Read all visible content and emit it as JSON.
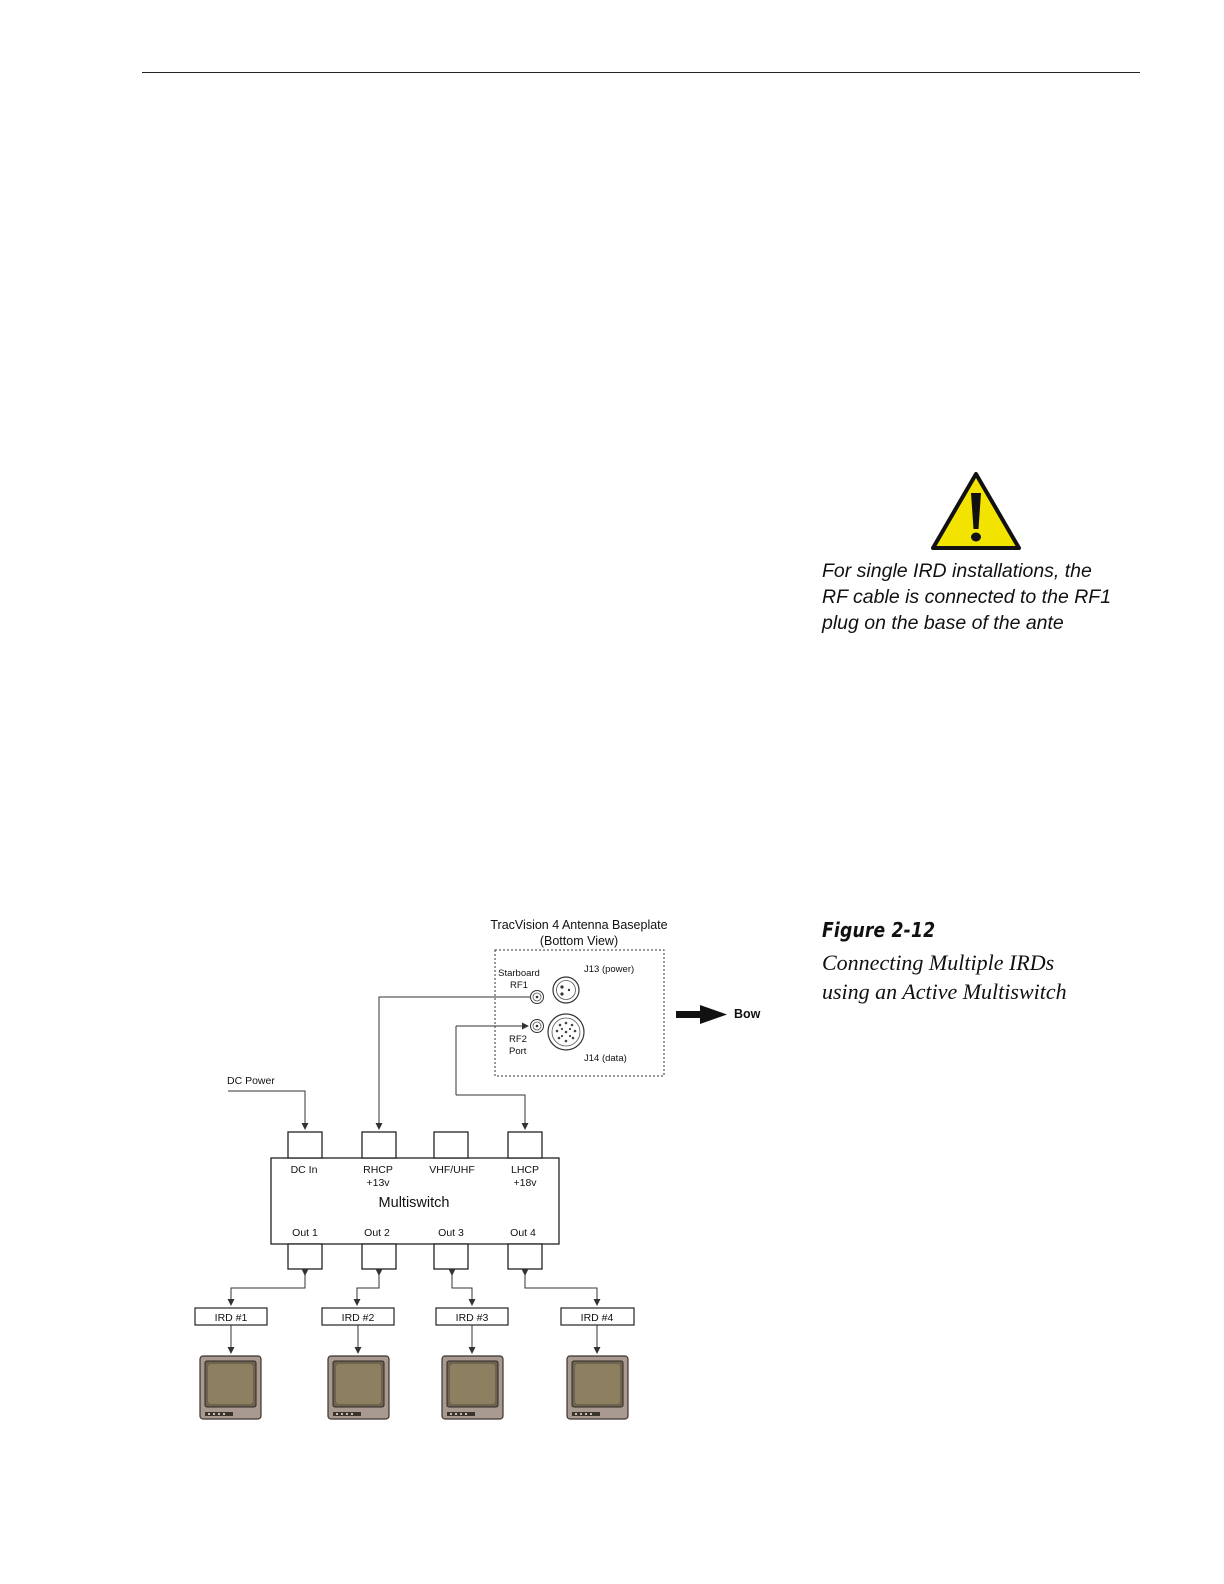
{
  "note": {
    "lines": [
      "For single IRD installations, the",
      "RF cable is connected to the RF1",
      "plug on the base of the ante"
    ]
  },
  "figure": {
    "label": "Figure 2-12",
    "caption_lines": [
      "Connecting Multiple IRDs",
      "using an Active Multiswitch"
    ]
  },
  "baseplate": {
    "title_line1": "TracVision 4 Antenna Baseplate",
    "title_line2": "(Bottom View)",
    "starboard_label": "Starboard",
    "rf1_label": "RF1",
    "j13_label": "J13 (power)",
    "rf2_label": "RF2",
    "port_label": "Port",
    "j14_label": "J14 (data)"
  },
  "bow_label": "Bow",
  "dc_power_label": "DC Power",
  "multiswitch": {
    "name": "Multiswitch",
    "inputs": [
      {
        "line1": "DC In",
        "line2": ""
      },
      {
        "line1": "RHCP",
        "line2": "+13v"
      },
      {
        "line1": "VHF/UHF",
        "line2": ""
      },
      {
        "line1": "LHCP",
        "line2": "+18v"
      }
    ],
    "outputs": [
      "Out 1",
      "Out 2",
      "Out 3",
      "Out 4"
    ]
  },
  "irds": [
    "IRD #1",
    "IRD #2",
    "IRD #3",
    "IRD #4"
  ],
  "colors": {
    "warning_fill": "#f2e400",
    "tv_body": "#a89a90",
    "tv_screen": "#8c8060"
  }
}
